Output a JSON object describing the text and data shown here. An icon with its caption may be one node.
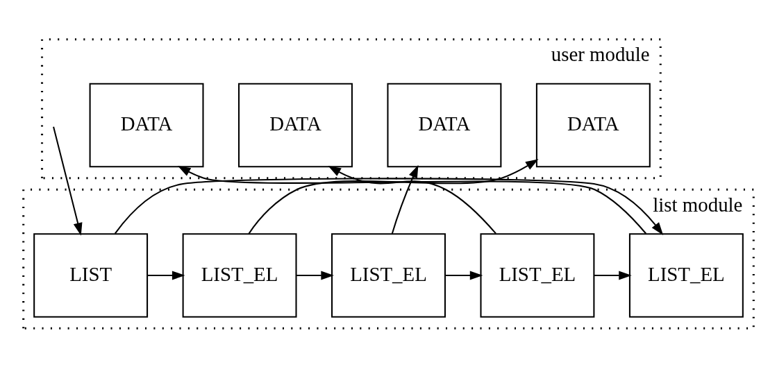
{
  "diagram": {
    "nodes": [
      {
        "text": [
          "user module"
        ]
      },
      {
        "text": [
          "list module"
        ]
      },
      {
        "text": [
          "DATA"
        ],
        "in": 0
      },
      {
        "text": [
          "DATA"
        ],
        "in": 0
      },
      {
        "text": [
          "DATA"
        ],
        "in": 0
      },
      {
        "text": [
          "DATA"
        ],
        "in": 0
      },
      {
        "text": [
          "LIST"
        ],
        "in": 1
      },
      {
        "text": [
          "LIST_EL"
        ],
        "in": 1
      },
      {
        "text": [
          "LIST_EL"
        ],
        "in": 1
      },
      {
        "text": [
          "LIST_EL"
        ],
        "in": 1
      },
      {
        "text": [
          "LIST_EL"
        ],
        "in": 1
      }
    ],
    "edges": [
      {
        "from": null,
        "to": 6,
        "arrow": "to"
      },
      {
        "from": 6,
        "to": 7,
        "arrow": "to"
      },
      {
        "from": 7,
        "to": 8,
        "arrow": "to"
      },
      {
        "from": 8,
        "to": 9,
        "arrow": "to"
      },
      {
        "from": 9,
        "to": 10,
        "arrow": "to"
      },
      {
        "from": 6,
        "to": 10,
        "arrow": "to"
      },
      {
        "from": 7,
        "to": 2,
        "arrow": "to"
      },
      {
        "from": 8,
        "to": 3,
        "arrow": "to"
      },
      {
        "from": 9,
        "to": 4,
        "arrow": "to"
      },
      {
        "from": 10,
        "to": 5,
        "arrow": "to"
      }
    ]
  }
}
